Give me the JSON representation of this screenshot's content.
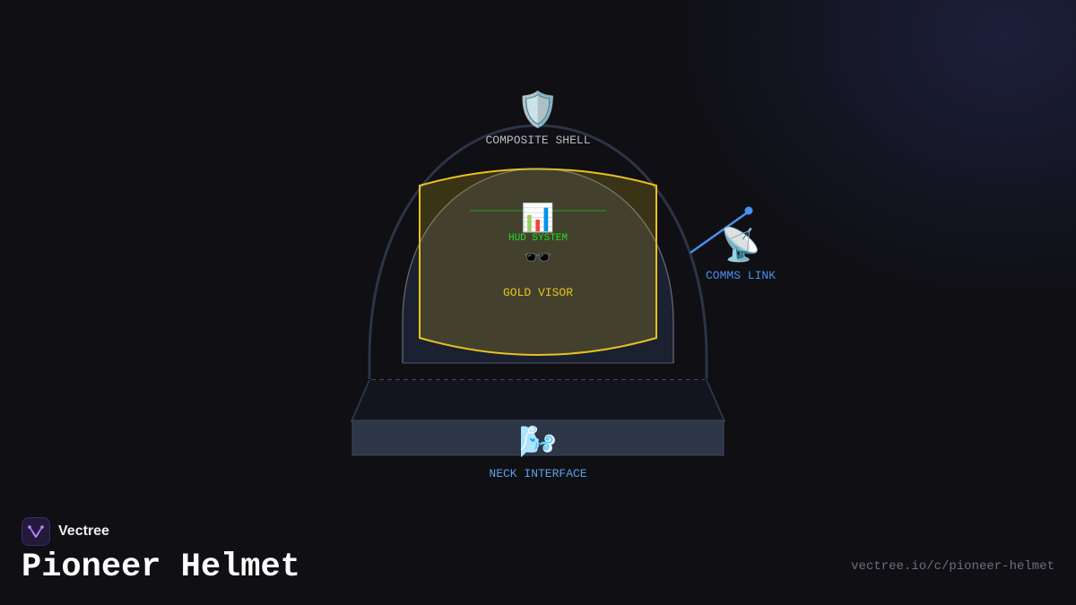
{
  "diagram": {
    "composite_shell": {
      "label": "COMPOSITE SHELL",
      "icon": "shield-icon"
    },
    "gold_visor": {
      "label": "GOLD VISOR",
      "icon": "sunglasses-icon"
    },
    "hud_system": {
      "label": "HUD SYSTEM",
      "icon": "bar-chart-icon"
    },
    "comms_link": {
      "label": "COMMS LINK",
      "icon": "satellite-antenna-icon"
    },
    "neck_interface": {
      "label": "NECK INTERFACE",
      "icon": "wind-icon"
    },
    "colors": {
      "shell_outline": "#2c3447",
      "visor": "#e8c21f",
      "hud": "#22dd22",
      "comms": "#4a90ee",
      "neck_ring": "#2e3748"
    }
  },
  "branding": {
    "brand_name": "Vectree",
    "title": "Pioneer Helmet",
    "url": "vectree.io/c/pioneer-helmet"
  }
}
